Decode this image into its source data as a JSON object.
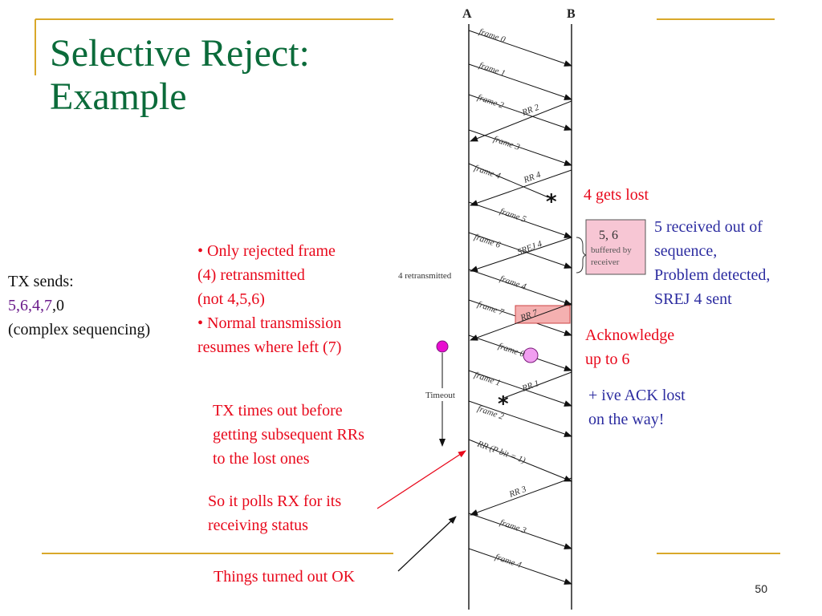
{
  "slide": {
    "title_line1": "Selective Reject:",
    "title_line2": "Example",
    "page_number": "50"
  },
  "diagram": {
    "station_a": "A",
    "station_b": "B",
    "messages": [
      "frame 0",
      "frame 1",
      "frame 2",
      "RR 2",
      "frame 3",
      "frame 4",
      "RR 4",
      "frame 5",
      "frame 6",
      "SREJ 4",
      "frame 4",
      "frame 7",
      "RR 7",
      "frame 0",
      "frame 1",
      "RR 1",
      "frame 2",
      "RR (P bit = 1)",
      "RR 3",
      "frame 3",
      "frame 4"
    ],
    "lost_marker": "*",
    "retransmitted_label": "4 retransmitted",
    "timeout_label": "Timeout",
    "buffer_box": {
      "value": "5, 6",
      "caption_line1": "buffered by",
      "caption_line2": "receiver"
    }
  },
  "annotations": {
    "gets_lost": "4 gets lost",
    "out_of_sequence": [
      "5 received out of",
      "sequence,",
      "Problem detected,",
      "SREJ 4 sent"
    ],
    "only_rejected": [
      "• Only rejected frame",
      "(4) retransmitted",
      "(not 4,5,6)",
      "• Normal transmission",
      "resumes where left (7)"
    ],
    "tx_sends_label": "TX sends:",
    "tx_sends_seq": {
      "first": "5,6,",
      "second": "4,7",
      "third": ",0"
    },
    "tx_sends_note": "(complex sequencing)",
    "acknowledge": [
      "Acknowledge",
      "up to 6"
    ],
    "ack_lost": [
      "+ ive ACK lost",
      "on the way!"
    ],
    "tx_times_out": [
      "TX times out before",
      "getting subsequent RRs",
      "to the lost ones"
    ],
    "polls_rx": [
      "So it polls RX for its",
      "receiving status"
    ],
    "turned_out_ok": "Things turned out OK"
  },
  "colors": {
    "title_green": "#0b6b3a",
    "rule_gold": "#d9a82a",
    "annotation_red": "#e8081b",
    "annotation_blue": "#2c2ca0",
    "sequence_purple": "#6a1a8a",
    "buffer_pink": "#f7c6d4",
    "rr7_box": "#f4b0b0",
    "frame0_circle": "#f19ef0",
    "timeout_dot": "#e80dd0"
  }
}
